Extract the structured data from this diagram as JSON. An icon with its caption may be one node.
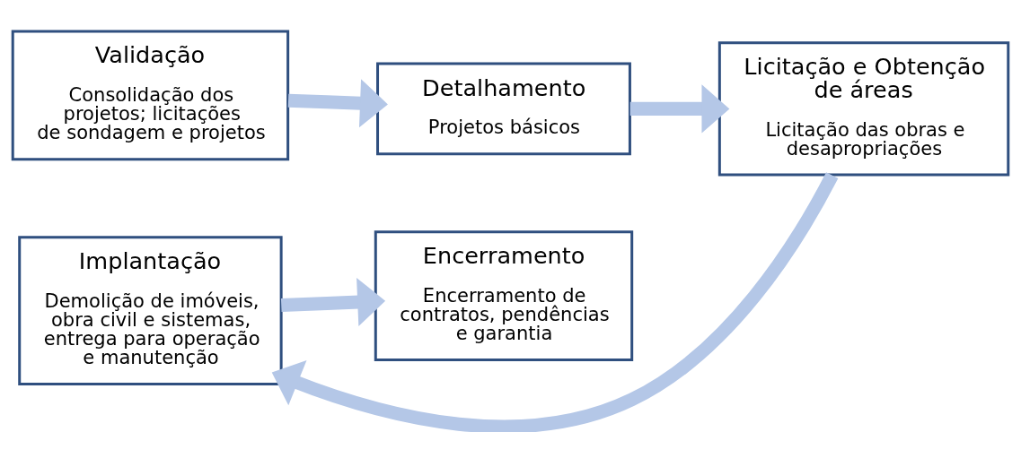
{
  "diagram": {
    "nodes": [
      {
        "text": [
          "Validação",
          "Consolidação dos projetos; licitações de sondagem e projetos"
        ]
      },
      {
        "text": [
          "Detalhamento",
          "Projetos básicos"
        ]
      },
      {
        "text": [
          "Licitação e Obtenção de áreas",
          "Licitação das obras e desapropriações"
        ]
      },
      {
        "text": [
          "Implantação",
          "Demolição de imóveis, obra civil e sistemas, entrega para operação e manutenção"
        ]
      },
      {
        "text": [
          "Encerramento",
          "Encerramento de contratos, pendências e garantia"
        ]
      }
    ],
    "edges": [
      {
        "from": 0,
        "to": 1,
        "arrow": "to"
      },
      {
        "from": 1,
        "to": 2,
        "arrow": "to"
      },
      {
        "from": 2,
        "to": 3,
        "arrow": "to"
      },
      {
        "from": 3,
        "to": 4,
        "arrow": "to"
      }
    ]
  }
}
